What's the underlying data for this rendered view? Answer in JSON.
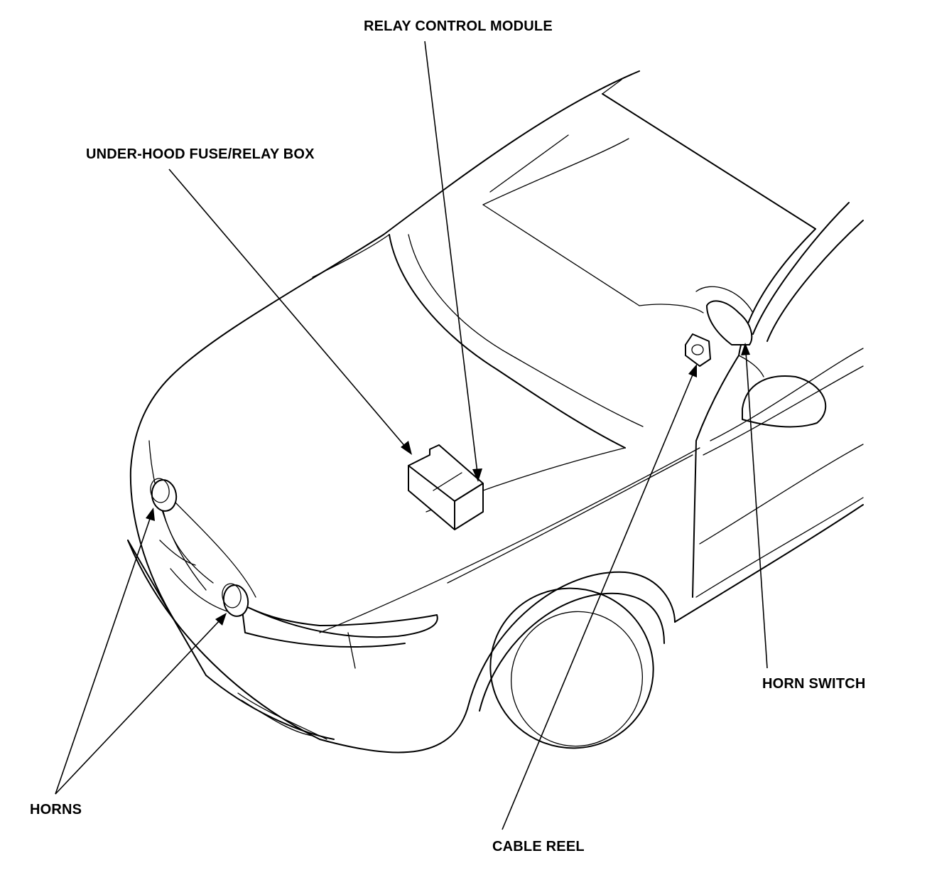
{
  "labels": {
    "relay_control_module": "RELAY CONTROL MODULE",
    "under_hood_fuse_relay_box": "UNDER-HOOD FUSE/RELAY BOX",
    "horn_switch": "HORN SWITCH",
    "horns": "HORNS",
    "cable_reel": "CABLE REEL"
  },
  "colors": {
    "line": "#000000",
    "background": "#ffffff"
  }
}
